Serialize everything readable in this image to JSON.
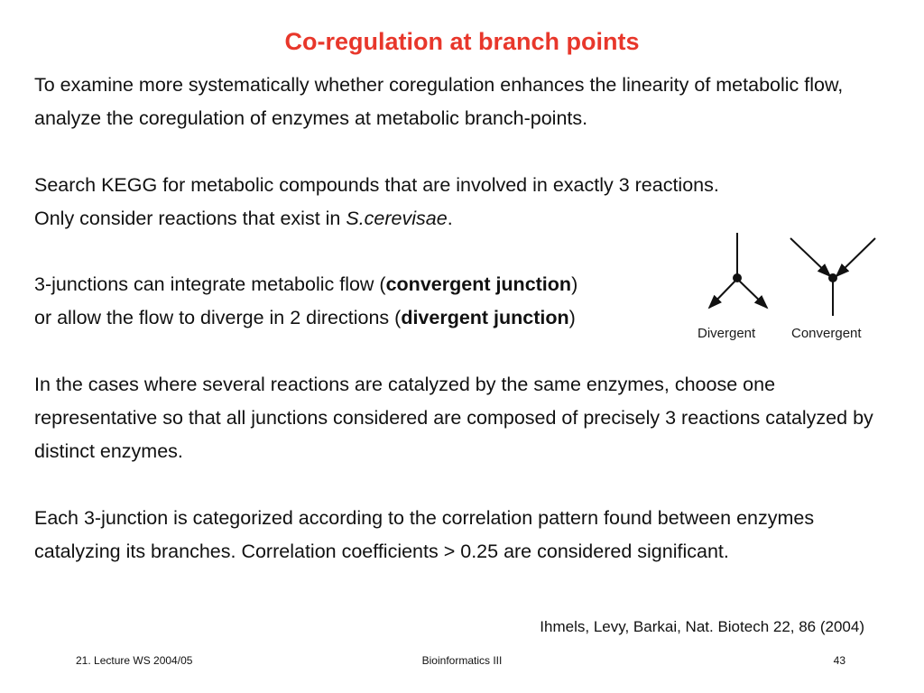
{
  "slide": {
    "title": "Co-regulation at branch points",
    "title_color": "#e8372b"
  },
  "body": {
    "p1": "To examine more systematically whether coregulation enhances the linearity of metabolic flow, analyze the coregulation of enzymes at metabolic branch-points.",
    "p2_line1": "Search KEGG for metabolic compounds that are involved in exactly 3 reactions.",
    "p2_line2_prefix": "Only consider reactions that exist in ",
    "p2_line2_italic": "S.cerevisae",
    "p2_line2_suffix": ".",
    "p3_line1_prefix": "3-junctions can integrate metabolic flow (",
    "p3_line1_bold": "convergent junction",
    "p3_line1_suffix": ")",
    "p3_line2_prefix": "or allow the flow to diverge in 2 directions (",
    "p3_line2_bold": "divergent junction",
    "p3_line2_suffix": ")",
    "p4": "In the cases where several reactions are catalyzed by the same enzymes, choose one representative so that all junctions considered are composed of precisely 3 reactions catalyzed by distinct enzymes.",
    "p5": "Each 3-junction is categorized according to the correlation pattern found between enzymes catalyzing its branches. Correlation coefficients > 0.25 are considered significant."
  },
  "diagram": {
    "divergent_label": "Divergent",
    "convergent_label": "Convergent"
  },
  "citation": "Ihmels, Levy, Barkai, Nat. Biotech 22, 86 (2004)",
  "footer": {
    "left": "21. Lecture WS 2004/05",
    "center": "Bioinformatics III",
    "right": "43"
  }
}
